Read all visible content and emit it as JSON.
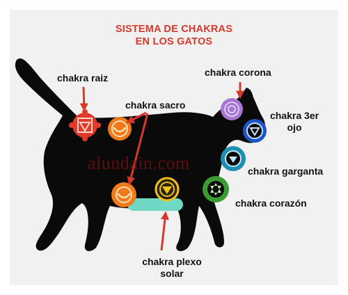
{
  "title": {
    "line1": "SISTEMA DE CHAKRAS",
    "line2": "EN LOS GATOS"
  },
  "watermark": "alundain.com",
  "labels": {
    "raiz": "chakra raiz",
    "sacro": "chakra sacro",
    "corona": "chakra corona",
    "tercer_ojo_line1": "chakra 3er",
    "tercer_ojo_line2": "ojo",
    "garganta": "chakra garganta",
    "corazon": "chakra corazón",
    "plexo_line1": "chakra plexo",
    "plexo_line2": "solar"
  },
  "colors": {
    "title": "#d6392b",
    "arrow": "#d6392b",
    "cat": "#0a0a0a",
    "background": "#f1f1f1",
    "raiz": "#e23a2a",
    "sacro": "#f07a1a",
    "plexo": "#f5c21a",
    "corazon": "#3c9c33",
    "garganta": "#1d8fb5",
    "tercer_ojo": "#1d55c8",
    "corona": "#a877d4",
    "highlight": "#6fd9c4"
  }
}
